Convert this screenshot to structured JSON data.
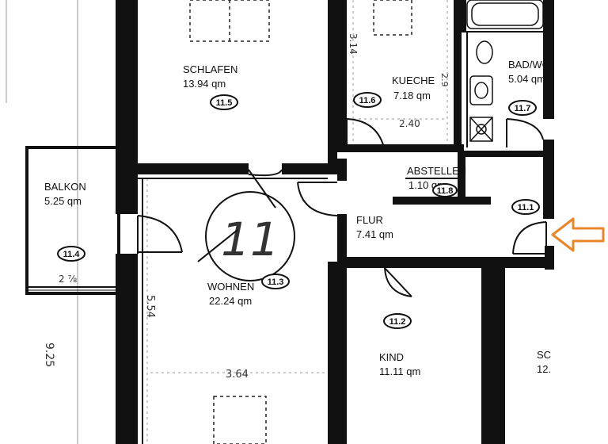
{
  "plan": {
    "apartment_number": "11",
    "rooms": [
      {
        "id": "schlafen",
        "name": "SCHLAFEN",
        "area": "13.94 qm",
        "badge": "11.5"
      },
      {
        "id": "kueche",
        "name": "KUECHE",
        "area": "7.18 qm",
        "badge": "11.6"
      },
      {
        "id": "bad",
        "name": "BAD/WC",
        "area": "5.04 qm",
        "badge": "11.7"
      },
      {
        "id": "abstellen",
        "name": "ABSTELLEN",
        "area": "1.10 qm",
        "badge": "11.8"
      },
      {
        "id": "balkon",
        "name": "BALKON",
        "area": "5.25 qm",
        "badge": "11.4"
      },
      {
        "id": "flur",
        "name": "FLUR",
        "area": "7.41 qm",
        "badge": "11.1"
      },
      {
        "id": "wohnen",
        "name": "WOHNEN",
        "area": "22.24 qm",
        "badge": "11.3"
      },
      {
        "id": "kind",
        "name": "KIND",
        "area": "11.11 qm",
        "badge": "11.2"
      },
      {
        "id": "schlafen2",
        "name": "SC",
        "area": "12."
      }
    ],
    "dimensions": {
      "kueche_height": "3.14",
      "kueche_width": "2.40",
      "kueche_side": "2.9",
      "wohnen_height": "5.54",
      "wohnen_width": "3.64",
      "outer": "9.25",
      "balkon_note": "2 ⅞"
    },
    "entrance_arrow_color": "#e8862a"
  }
}
